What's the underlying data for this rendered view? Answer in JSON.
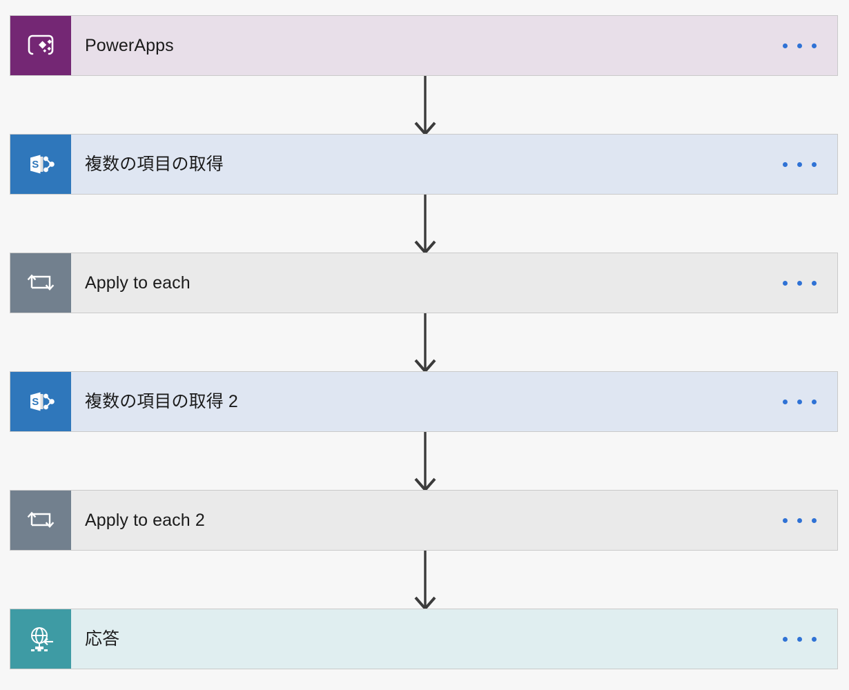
{
  "flow": {
    "background_color": "#f7f7f7",
    "connector_color": "#3b3b3b",
    "menu_dot_color": "#2f72d5",
    "menu_label": "...",
    "steps": [
      {
        "title": "PowerApps",
        "icon": "powerapps-icon",
        "icon_bg": "#742774",
        "body_bg": "#e8dfe9",
        "border": "#c9c9c9"
      },
      {
        "title": "複数の項目の取得",
        "icon": "sharepoint-icon",
        "icon_bg": "#2f77bb",
        "body_bg": "#dfe6f2",
        "border": "#c9c9c9"
      },
      {
        "title": "Apply to each",
        "icon": "loop-repeat-icon",
        "icon_bg": "#72808e",
        "body_bg": "#eaeaea",
        "border": "#c9c9c9"
      },
      {
        "title": "複数の項目の取得 2",
        "icon": "sharepoint-icon",
        "icon_bg": "#2f77bb",
        "body_bg": "#dfe6f2",
        "border": "#c9c9c9"
      },
      {
        "title": "Apply to each 2",
        "icon": "loop-repeat-icon",
        "icon_bg": "#72808e",
        "body_bg": "#eaeaea",
        "border": "#c9c9c9"
      },
      {
        "title": "応答",
        "icon": "response-globe-icon",
        "icon_bg": "#3e9ba4",
        "body_bg": "#e0eef0",
        "border": "#c9c9c9"
      }
    ],
    "connectors": [
      {
        "from": "PowerApps",
        "to": "複数の項目の取得"
      },
      {
        "from": "複数の項目の取得",
        "to": "Apply to each"
      },
      {
        "from": "Apply to each",
        "to": "複数の項目の取得 2"
      },
      {
        "from": "複数の項目の取得 2",
        "to": "Apply to each 2"
      },
      {
        "from": "Apply to each 2",
        "to": "応答"
      }
    ]
  }
}
